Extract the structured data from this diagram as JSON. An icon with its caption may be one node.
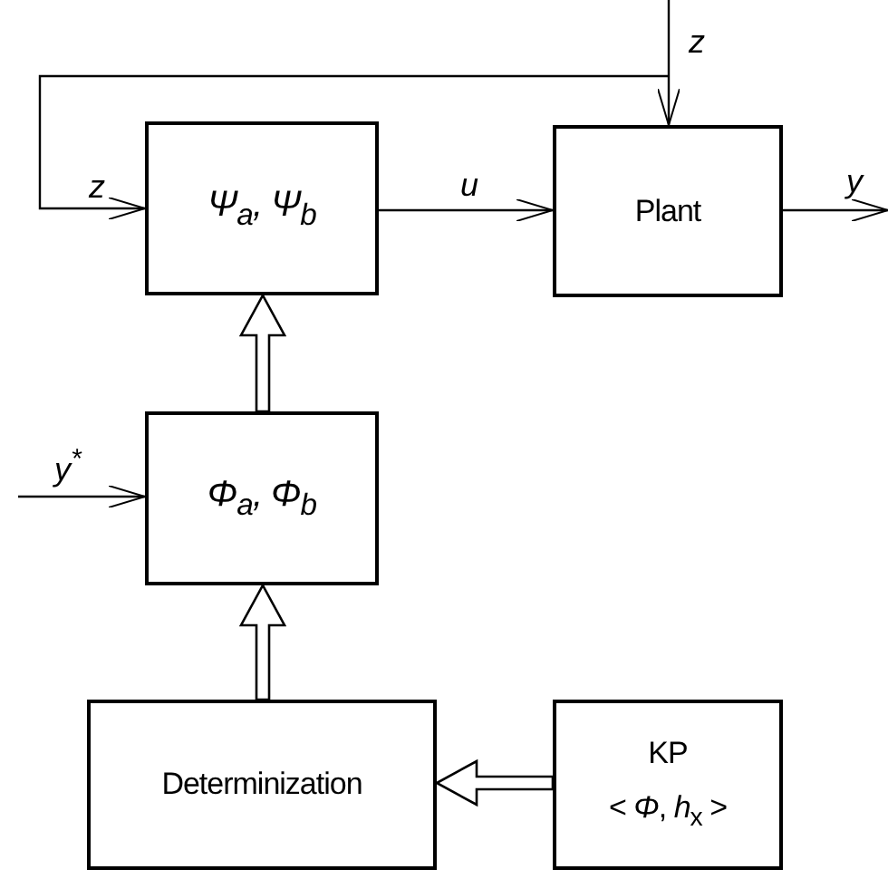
{
  "diagram": {
    "nodes": [
      {
        "text": [
          "Ψ$_{a}$, Ψ$_{b}$"
        ]
      },
      {
        "text": [
          "Plant"
        ]
      },
      {
        "text": [
          "Φ$_{a}$, Φ$_{b}$"
        ]
      },
      {
        "text": [
          "Determinization"
        ]
      },
      {
        "text": [
          "KP",
          "< *Φ*, *h*$_{x}$ >"
        ]
      }
    ],
    "edges": [
      {
        "from": null,
        "to": 1,
        "arrow": "to",
        "label": "z"
      },
      {
        "from": null,
        "to": 0,
        "arrow": "to",
        "label": "z"
      },
      {
        "from": 0,
        "to": 1,
        "arrow": "to",
        "label": "u"
      },
      {
        "from": 1,
        "to": null,
        "arrow": "to",
        "label": "y"
      },
      {
        "from": null,
        "to": 2,
        "arrow": "to",
        "label": "y$^{*}$"
      },
      {
        "from": 2,
        "to": 0,
        "arrow": "to",
        "style": "thick"
      },
      {
        "from": 3,
        "to": 2,
        "arrow": "to",
        "style": "thick"
      },
      {
        "from": 4,
        "to": 3,
        "arrow": "to",
        "style": "thick"
      }
    ]
  }
}
